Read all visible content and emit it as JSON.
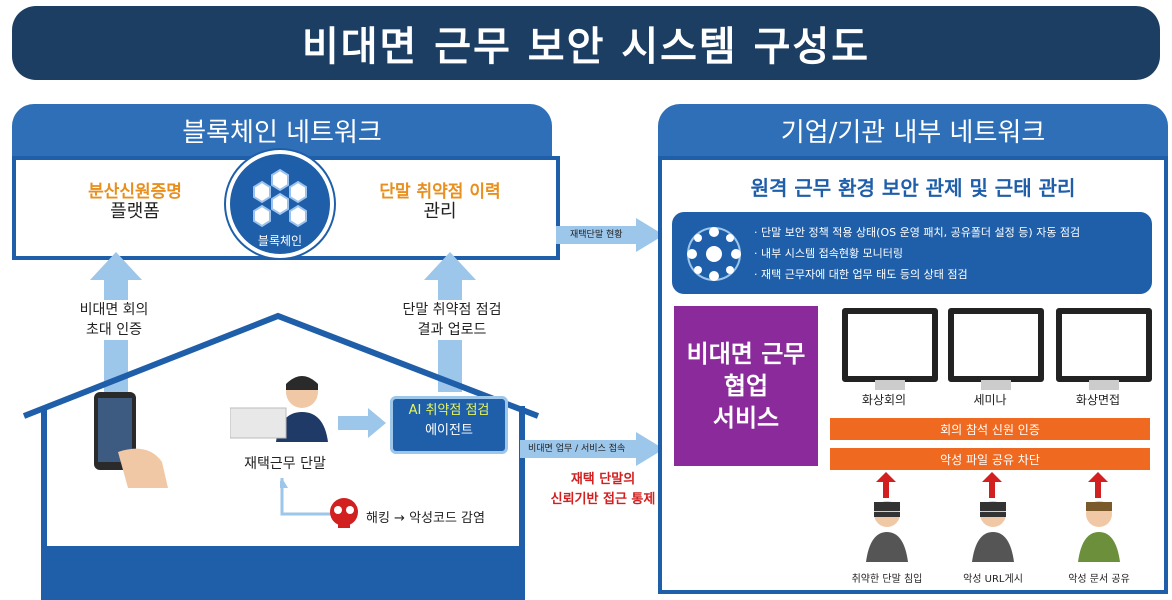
{
  "title": "비대면 근무 보안 시스템 구성도",
  "left_panel": {
    "header": "블록체인 네트워크",
    "did_platform_line1": "분산신원증명",
    "did_platform_line2": "플랫폼",
    "blockchain_label": "블록체인",
    "vuln_mgmt_line1": "단말 취약점 이력",
    "vuln_mgmt_line2": "관리",
    "meeting_auth_line1": "비대면 회의",
    "meeting_auth_line2": "초대 인증",
    "vuln_upload_line1": "단말 취약점 점검",
    "vuln_upload_line2": "결과 업로드",
    "ai_agent_line1": "AI 취약점 점검",
    "ai_agent_line2": "에이전트",
    "remote_terminal": "재택근무 단말",
    "malware_text": "해킹 → 악성코드 감염"
  },
  "middle": {
    "arrow_top_label": "재택단말 현황",
    "arrow_bottom_label": "비대면 업무 / 서비스 접속",
    "access_control_line1": "재택 단말의",
    "access_control_line2": "신뢰기반 접근 통제"
  },
  "right_panel": {
    "header": "기업/기관  내부 네트워크",
    "subtitle": "원격 근무 환경  보안 관제 및 근태 관리",
    "bullets": [
      "· 단말 보안 정책 적용 상태(OS 운영 패치, 공유폴더 설정 등) 자동 점검",
      "· 내부 시스템 접속현황 모니터링",
      "· 재택 근무자에 대한 업무 태도 등의 상태 점검"
    ],
    "collab_line1": "비대면 근무",
    "collab_line2": "협업",
    "collab_line3": "서비스",
    "monitors": [
      "화상회의",
      "세미나",
      "화상면접"
    ],
    "bar1": "회의 참석 신원 인증",
    "bar2": "악성 파일 공유 차단",
    "hackers": [
      "취약한 단말 침입",
      "악성 URL게시",
      "악성 문서 공유"
    ]
  },
  "colors": {
    "navy": "#1c3e63",
    "blue": "#2f6fb8",
    "orange": "#e8901f",
    "purple": "#8a2a9b",
    "red": "#d21f1f",
    "bar_orange": "#ef6a20"
  }
}
